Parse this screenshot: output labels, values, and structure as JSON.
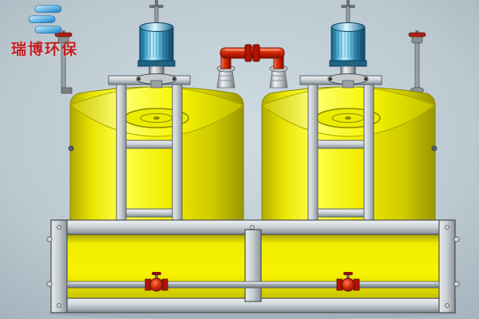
{
  "logo": {
    "text": "瑞博环保",
    "icon": "layered-bars-logo"
  },
  "scene": {
    "subject": "duplex-dosing-tank-skid",
    "left_unit": "yellow dosing tank with blue agitator motor",
    "right_unit": "yellow dosing tank with blue agitator motor",
    "piping": "red overhead transfer pipe with center flanges, bottom drain pipe with two red valves",
    "base": "steel frame skid with two yellow bays"
  },
  "colors": {
    "background": "#c2ced6",
    "tank_yellow": "#f2ee00",
    "bay_yellow": "#f0ec00",
    "motor_blue": "#4fb6dc",
    "pipe_red": "#c21e00",
    "valve_red": "#d42a08",
    "frame_gray": "#cfd5d9",
    "logo_text_red": "#c32222",
    "logo_blue": "#2a8cc8"
  }
}
